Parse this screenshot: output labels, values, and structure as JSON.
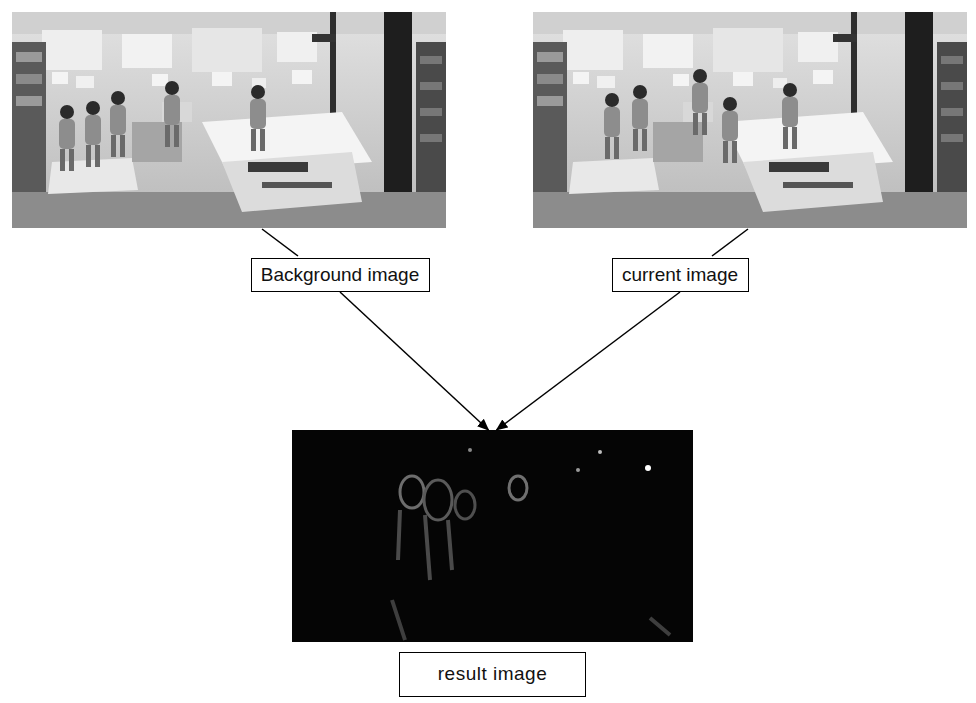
{
  "diagram": {
    "nodes": [
      {
        "text": [
          "Background image"
        ]
      },
      {
        "text": [
          "current image"
        ]
      },
      {
        "text": [
          "result image"
        ]
      }
    ],
    "edges": [
      {
        "from": 0,
        "to": 2,
        "arrow": "to"
      },
      {
        "from": 1,
        "to": 2,
        "arrow": "to"
      }
    ]
  }
}
